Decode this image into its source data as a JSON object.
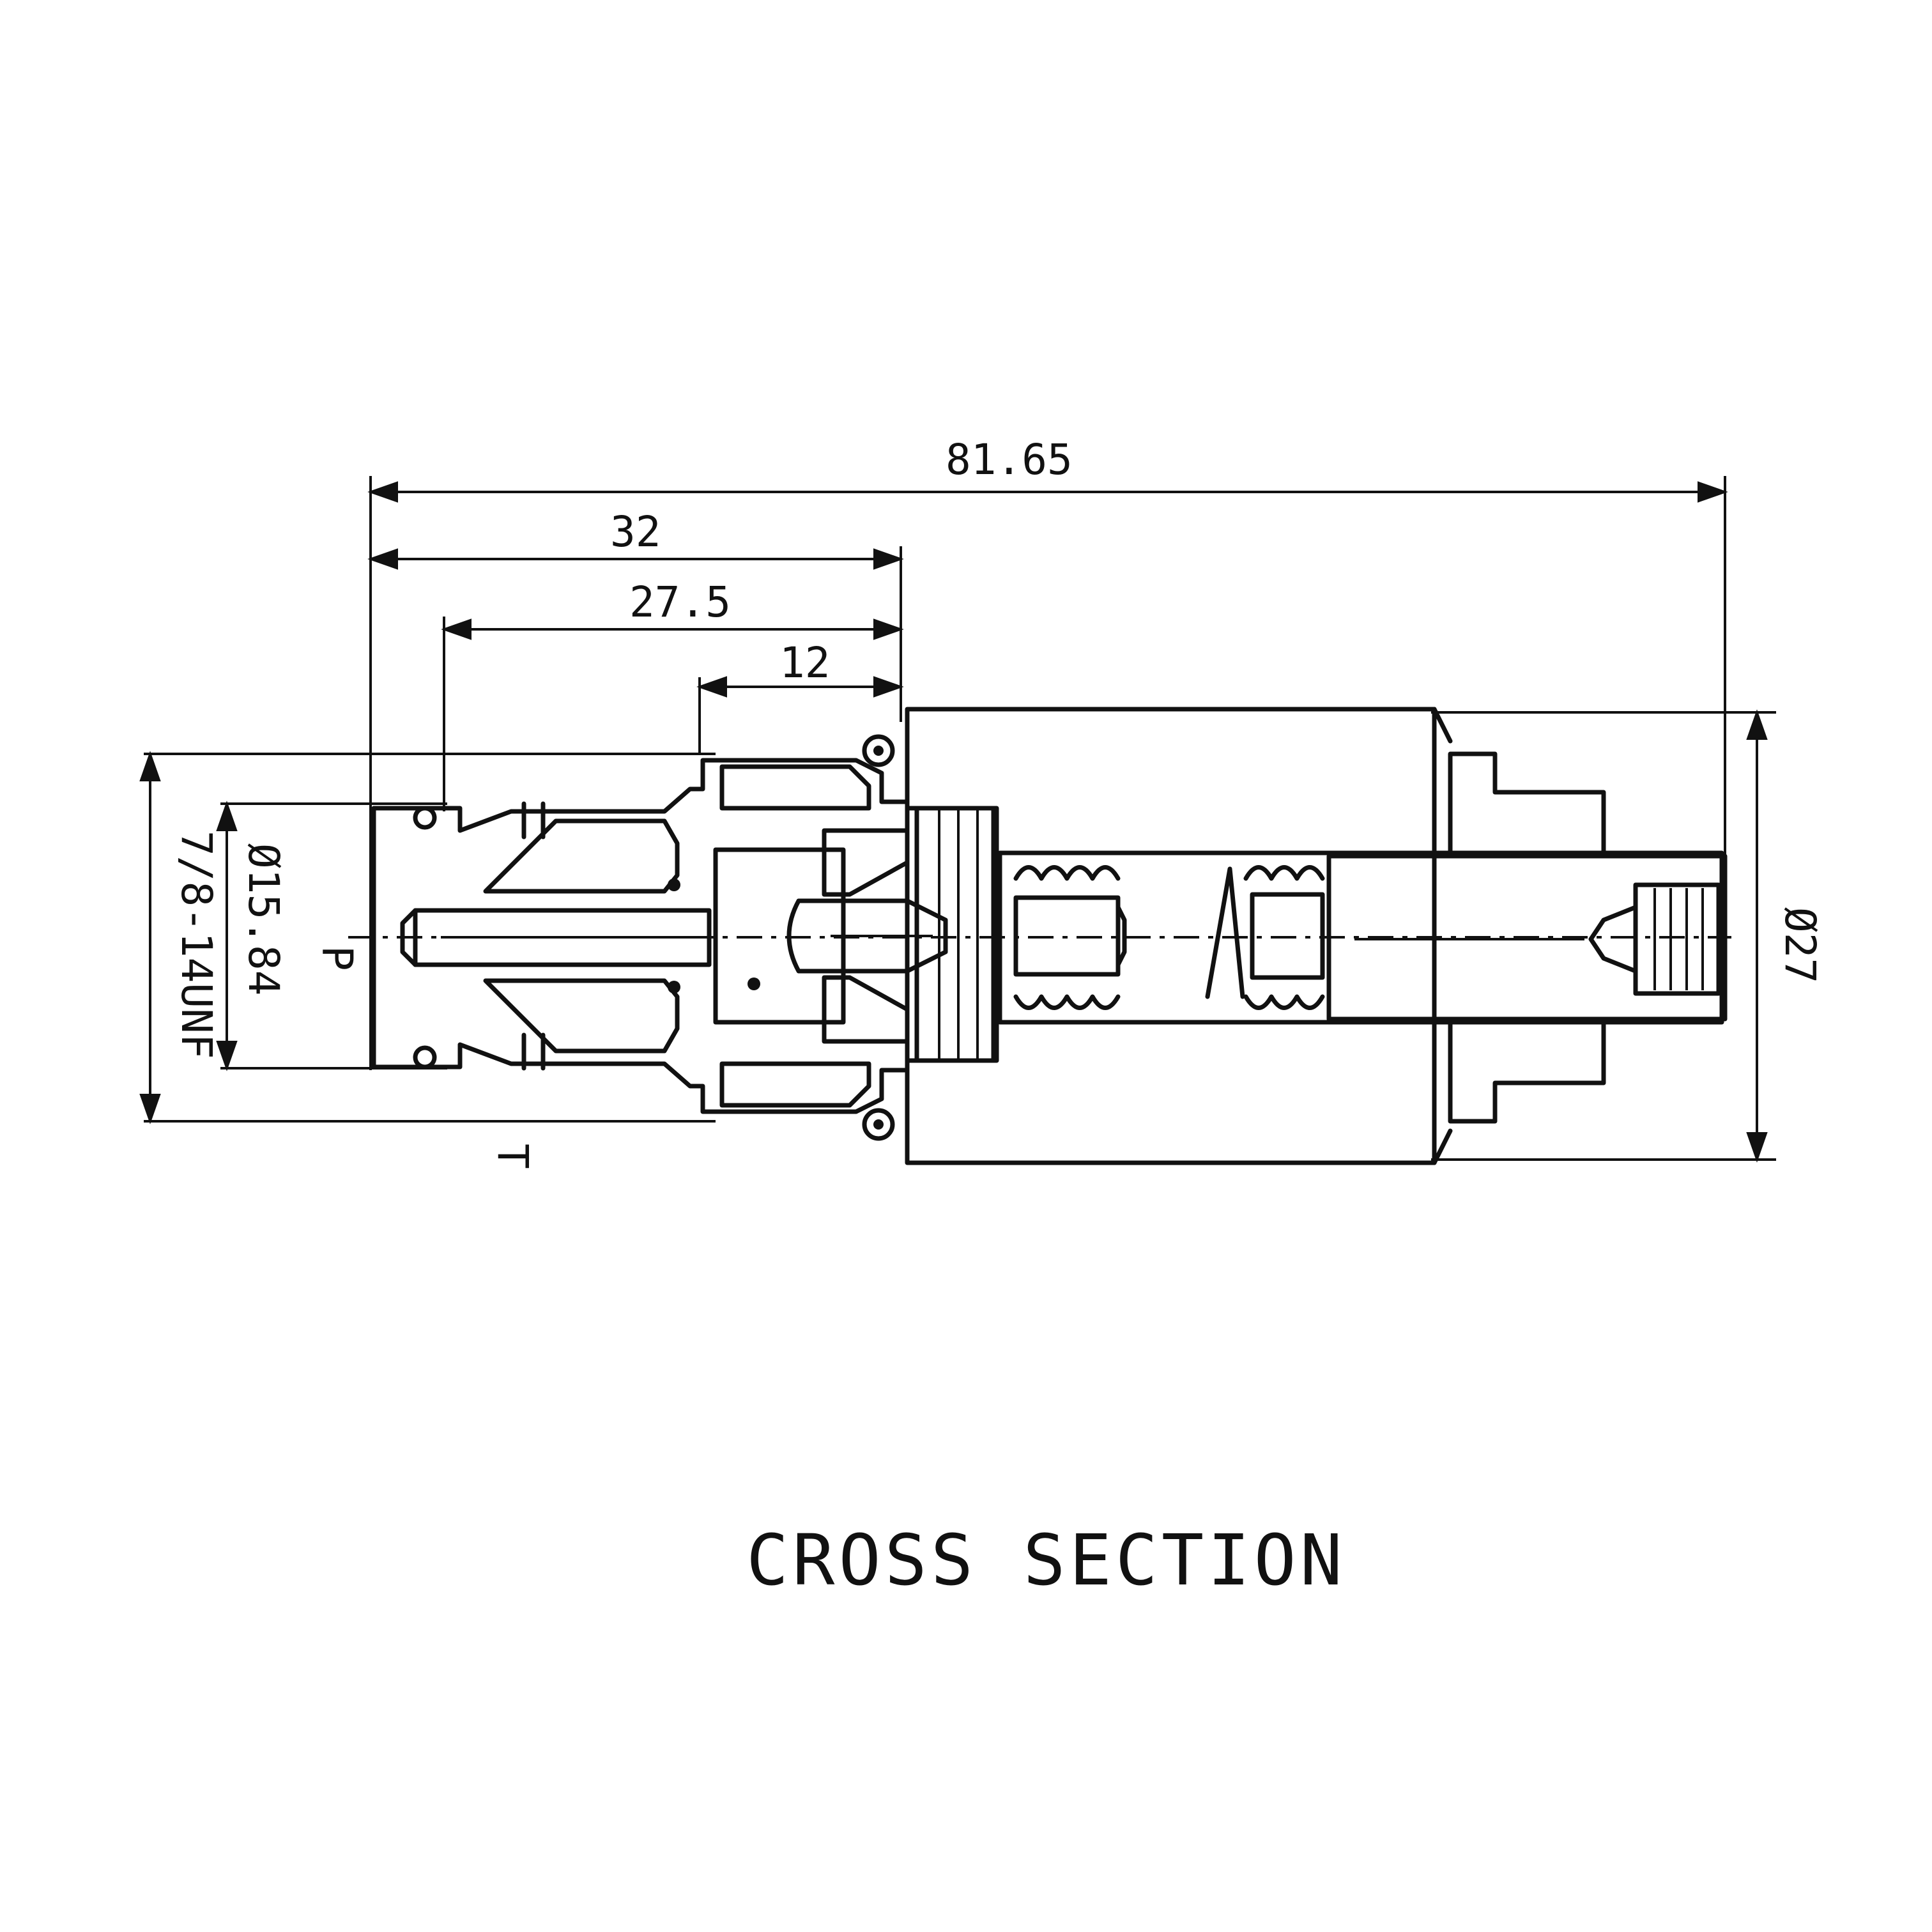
{
  "dimensions": {
    "overall_length": "81.65",
    "d32": "32",
    "d27_5": "27.5",
    "d12": "12",
    "port_diameter": "Ø15.84",
    "thread": "7/8-14UNF",
    "body_diameter": "Ø27"
  },
  "port_labels": {
    "pressure": "P",
    "tank": "T"
  },
  "caption": "CROSS SECTION"
}
